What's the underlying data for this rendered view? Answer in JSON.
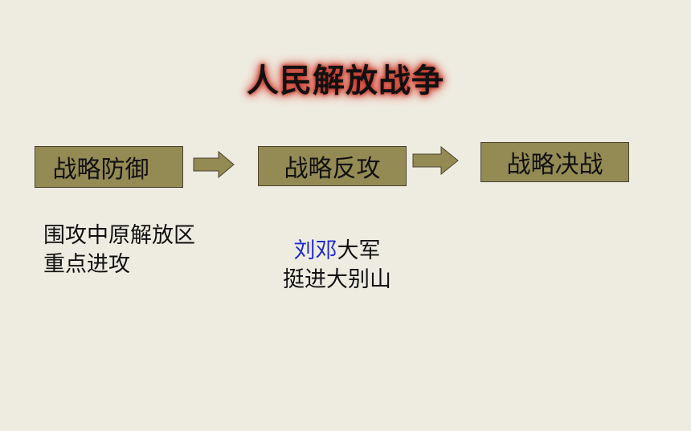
{
  "title": "人民解放战争",
  "stages": [
    {
      "label": "战略防御"
    },
    {
      "label": "战略反攻"
    },
    {
      "label": "战略决战"
    }
  ],
  "colors": {
    "background": "#eeece1",
    "box_fill": "#948a54",
    "highlight": "#1f2bd1",
    "title_glow": "#c0392b"
  },
  "descriptions": {
    "defense": {
      "line1": "围攻中原解放区",
      "line2": "重点进攻"
    },
    "counteroffensive": {
      "line1_highlight": "刘邓",
      "line1_rest": "大军",
      "line2": "挺进大别山"
    }
  }
}
